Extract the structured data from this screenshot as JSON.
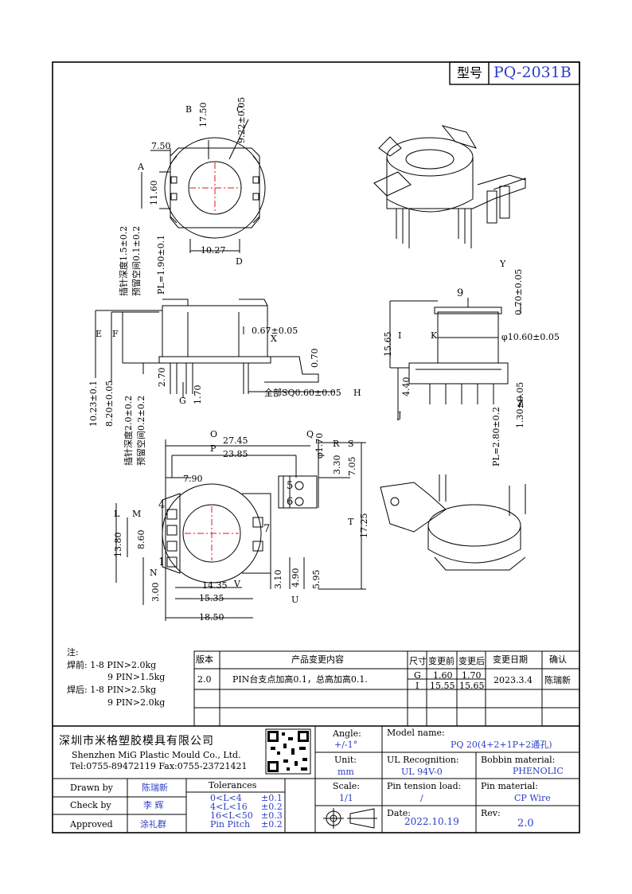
{
  "model_box": {
    "label": "型号",
    "value": "PQ-2031B"
  },
  "top_view": {
    "circle_b": "B",
    "dim_b": "17.50",
    "circle_c": "C",
    "dim_c": "9.22±0.05",
    "dim_width_top": "7.50",
    "circle_a": "A",
    "dim_a": "11.60",
    "dim_bottom": "10.27",
    "circle_d": "D"
  },
  "side_view_left": {
    "pin_depth_note": "插针深度1.5±0.2",
    "reserve_note": "预留空间0.1±0.2",
    "pl": "PL=1.90±0.1",
    "circle_x": "X",
    "dim_x": "0.67±0.05",
    "dim_070": "0.70",
    "circle_e": "E",
    "circle_f": "F",
    "dim_e": "10.23±0.1",
    "dim_f": "8.20±0.05",
    "dim_270": "2.70",
    "circle_g": "G",
    "dim_170": "1.70",
    "sq_note": "全部SQ0.60±0.05",
    "circle_h": "H",
    "pin_depth_note2": "插针深度2.0±0.2",
    "reserve_note2": "预留空间0.2±0.2"
  },
  "side_view_right": {
    "label_9": "9",
    "circle_y": "Y",
    "dim_y": "0.70±0.05",
    "dim_1565": "15.65",
    "circle_i": "I",
    "circle_k": "K",
    "dim_k": "φ10.60±0.05",
    "circle_j": "J",
    "dim_440": "4.40",
    "dim_z": "1.30±0.05",
    "circle_z": "Z",
    "pl": "PL=2.80±0.2"
  },
  "bottom_view": {
    "circle_o": "O",
    "dim_o": "27.45",
    "circle_p": "P",
    "dim_p": "23.85",
    "circle_q": "Q",
    "dim_q": "φ1.70",
    "circle_r": "R",
    "dim_r": "3.30",
    "circle_s": "S",
    "dim_s": "7.05",
    "dim_790": "7.90",
    "pin_4": "4",
    "pin_5": "5",
    "pin_6": "6",
    "pin_7": "7",
    "pin_1": "1",
    "circle_l": "L",
    "dim_l": "13.80",
    "circle_m": "M",
    "dim_m": "8.60",
    "circle_n": "N",
    "dim_n": "3.00",
    "circle_t": "T",
    "dim_t": "17.25",
    "dim_310": "3.10",
    "dim_490": "4.90",
    "dim_595": "5.95",
    "circle_u": "U",
    "circle_v": "V",
    "dim_1435": "14.35",
    "dim_1535": "15.35",
    "dim_1850": "18.50"
  },
  "notes": {
    "title": "注:",
    "line1": "焊前: 1-8 PIN>2.0kg",
    "line2": "9   PIN>1.5kg",
    "line3": "焊后: 1-8 PIN>2.5kg",
    "line4": "9   PIN>2.0kg"
  },
  "revision_table": {
    "headers": {
      "version": "版本",
      "content": "产品变更内容",
      "size": "尺寸",
      "before": "变更前",
      "after": "变更后",
      "date": "变更日期",
      "confirm": "确认"
    },
    "row": {
      "version": "2.0",
      "content": "PIN台支点加高0.1，总高加高0.1.",
      "size_g": "G",
      "size_i": "I",
      "before_g": "1.60",
      "before_i": "15.55",
      "after_g": "1.70",
      "after_i": "15.65",
      "date": "2023.3.4",
      "confirm": "陈瑞新"
    }
  },
  "title_block": {
    "company_cn": "深圳市米格塑胶模具有限公司",
    "company_en": "Shenzhen MiG Plastic Mould Co., Ltd.",
    "contact": "Tel:0755-89472119   Fax:0755-23721421",
    "angle_label": "Angle:",
    "angle_value": "+/-1°",
    "unit_label": "Unit:",
    "unit_value": "mm",
    "scale_label": "Scale:",
    "scale_value": "1/1",
    "model_label": "Model name:",
    "model_value": "PQ 20(4+2+1P+2通孔)",
    "ul_label": "UL Recognition:",
    "ul_value": "UL 94V-0",
    "bobbin_label": "Bobbin material:",
    "bobbin_value": "PHENOLIC",
    "pin_tension_label": "Pin tension load:",
    "pin_tension_value": "/",
    "pin_material_label": "Pin material:",
    "pin_material_value": "CP Wire",
    "date_label": "Date:",
    "date_value": "2022.10.19",
    "rev_label": "Rev:",
    "rev_value": "2.0",
    "drawn_label": "Drawn by",
    "drawn_value": "陈瑞新",
    "check_label": "Check by",
    "check_value": "李 辉",
    "approved_label": "Approved",
    "approved_value": "涂礼群",
    "tolerances_title": "Tolerances",
    "tol_rows": [
      {
        "range": "0<L<4",
        "tol": "±0.1"
      },
      {
        "range": "4<L<16",
        "tol": "±0.2"
      },
      {
        "range": "16<L<50",
        "tol": "±0.3"
      },
      {
        "range": "Pin Pitch",
        "tol": "±0.2"
      }
    ]
  },
  "colors": {
    "accent": "#2a3dc8",
    "line": "#000000",
    "center": "#e0141e"
  }
}
